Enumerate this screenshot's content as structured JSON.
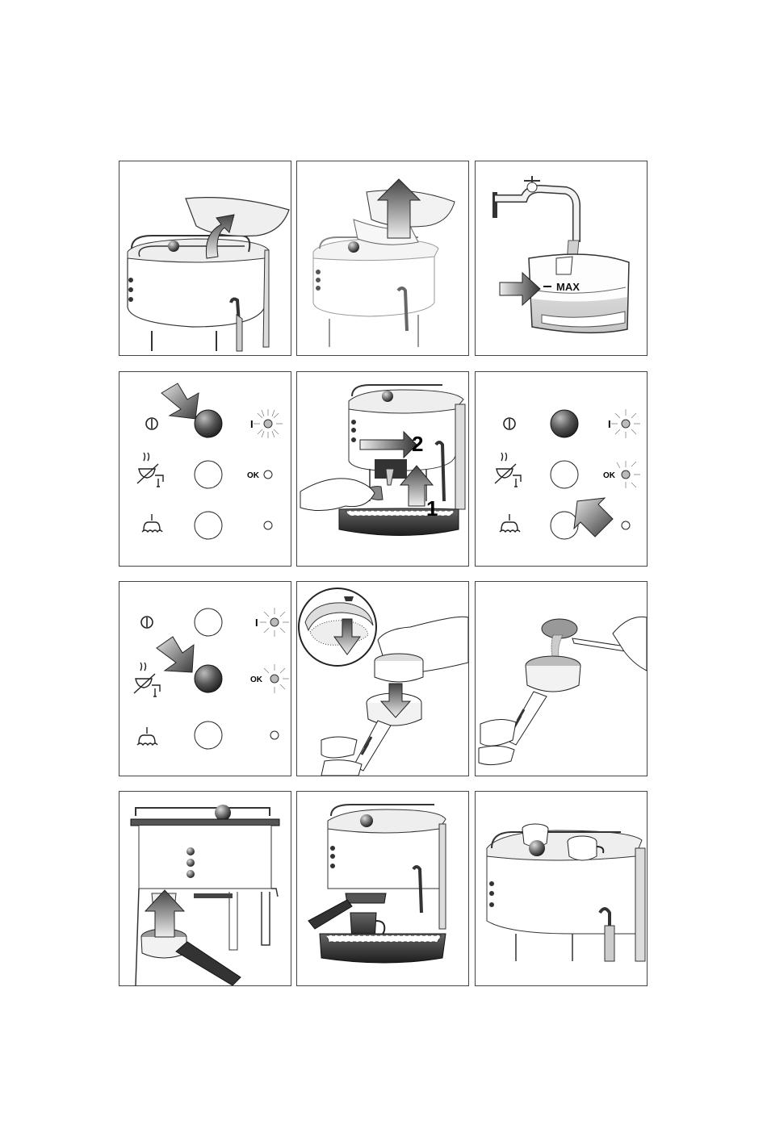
{
  "labels": {
    "max": "MAX",
    "step_one": "1",
    "step_two": "2",
    "on_symbol": "I",
    "ok_a": "OK",
    "ok_b": "OK",
    "ok_c": "OK"
  },
  "colors": {
    "border": "#444444",
    "arrow_dark": "#3a3a3a",
    "arrow_light": "#d8d8d8",
    "water": "#b8b8b8",
    "button_dark": "#303030"
  },
  "icons": {
    "power": "power-icon",
    "coffee_steam": "coffee-hot-water-icon",
    "steam": "steam-icon"
  }
}
